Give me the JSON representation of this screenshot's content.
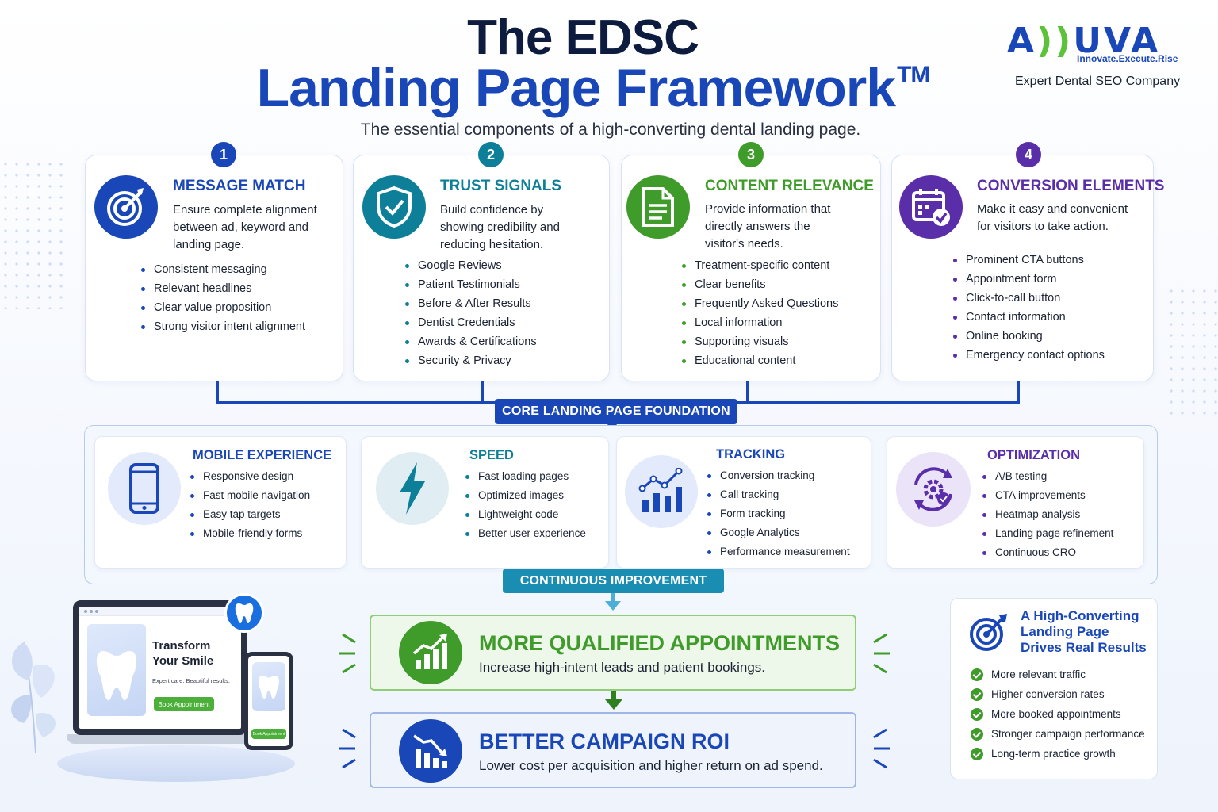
{
  "header": {
    "title_line1": "The EDSC",
    "title_line2": "Landing Page Framework",
    "trademark": "TM",
    "subtitle": "The essential components of a high-converting dental landing page."
  },
  "brand": {
    "logo_left": "A",
    "logo_mid": "))",
    "logo_right": "UVA",
    "tagline": "Innovate.Execute.Rise",
    "company": "Expert Dental SEO Company"
  },
  "colors": {
    "navy": "#0d1b3e",
    "blue": "#1a47b8",
    "teal": "#0d7f99",
    "green": "#3f9b2a",
    "purple": "#5a2ea8"
  },
  "pillars": [
    {
      "number": "1",
      "title": "MESSAGE MATCH",
      "icon": "target-icon",
      "description": "Ensure complete alignment between ad, keyword and landing page.",
      "items": [
        "Consistent messaging",
        "Relevant headlines",
        "Clear value proposition",
        "Strong visitor intent alignment"
      ]
    },
    {
      "number": "2",
      "title": "TRUST SIGNALS",
      "icon": "shield-check-icon",
      "description": "Build confidence by showing credibility and reducing hesitation.",
      "items": [
        "Google Reviews",
        "Patient Testimonials",
        "Before & After Results",
        "Dentist Credentials",
        "Awards & Certifications",
        "Security & Privacy"
      ]
    },
    {
      "number": "3",
      "title": "CONTENT RELEVANCE",
      "icon": "document-icon",
      "description": "Provide information that directly answers the visitor's needs.",
      "items": [
        "Treatment-specific content",
        "Clear benefits",
        "Frequently Asked Questions",
        "Local information",
        "Supporting visuals",
        "Educational content"
      ]
    },
    {
      "number": "4",
      "title": "CONVERSION ELEMENTS",
      "icon": "calendar-check-icon",
      "description": "Make it easy and convenient for visitors to take action.",
      "items": [
        "Prominent CTA buttons",
        "Appointment form",
        "Click-to-call button",
        "Contact information",
        "Online booking",
        "Emergency contact options"
      ]
    }
  ],
  "foundation": {
    "label": "CORE LANDING PAGE FOUNDATION",
    "cards": [
      {
        "title": "MOBILE EXPERIENCE",
        "icon": "smartphone-icon",
        "items": [
          "Responsive design",
          "Fast mobile navigation",
          "Easy tap targets",
          "Mobile-friendly forms"
        ]
      },
      {
        "title": "SPEED",
        "icon": "lightning-icon",
        "items": [
          "Fast loading pages",
          "Optimized images",
          "Lightweight code",
          "Better user experience"
        ]
      },
      {
        "title": "TRACKING",
        "icon": "bar-chart-trend-icon",
        "items": [
          "Conversion tracking",
          "Call tracking",
          "Form tracking",
          "Google Analytics",
          "Performance measurement"
        ]
      },
      {
        "title": "OPTIMIZATION",
        "icon": "gear-cycle-icon",
        "items": [
          "A/B testing",
          "CTA improvements",
          "Heatmap analysis",
          "Landing page refinement",
          "Continuous CRO"
        ]
      }
    ]
  },
  "continuous": {
    "label": "CONTINUOUS IMPROVEMENT"
  },
  "results": [
    {
      "title": "MORE QUALIFIED APPOINTMENTS",
      "description": "Increase high-intent leads and patient bookings.",
      "icon": "growth-chart-icon"
    },
    {
      "title": "BETTER CAMPAIGN ROI",
      "description": "Lower cost per acquisition and higher return on ad spend.",
      "icon": "cost-down-chart-icon"
    }
  ],
  "side_box": {
    "title": "A High-Converting Landing Page Drives Real Results",
    "items": [
      "More relevant traffic",
      "Higher conversion rates",
      "More booked appointments",
      "Stronger campaign performance",
      "Long-term practice growth"
    ]
  },
  "mockup": {
    "headline": "Transform Your Smile",
    "subtext": "Expert care. Beautiful results.",
    "cta": "Book Appointment",
    "phone_cta": "Book Appointment"
  }
}
